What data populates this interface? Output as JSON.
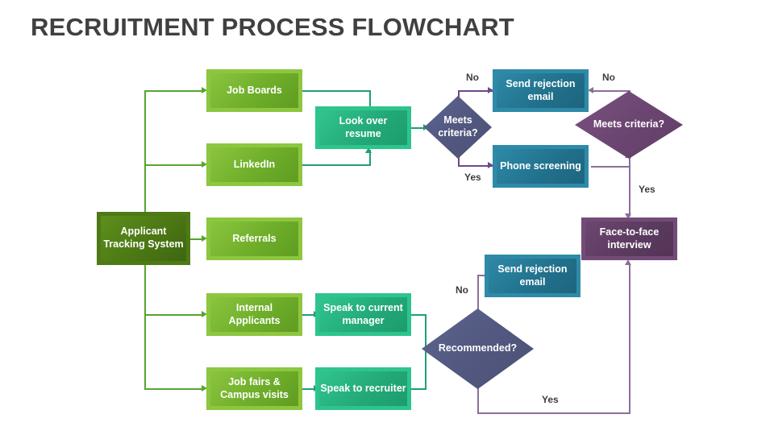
{
  "page": {
    "title": "RECRUITMENT PROCESS FLOWCHART",
    "background": "#ffffff"
  },
  "palette": {
    "title_color": "#404040",
    "green": "#8dc63f",
    "dark_green": "#4e7a16",
    "teal": "#2ec48d",
    "blue": "#2e8aa8",
    "purple": "#734b77",
    "diamond_slate": "#555a86",
    "diamond_plum": "#6d4570",
    "connector_green": "#55a630",
    "connector_teal": "#1f9e78",
    "connector_purple": "#6b4a8c",
    "connector_plum": "#8d6e9a"
  },
  "nodes": {
    "applicant_tracking_system": "Applicant Tracking System",
    "job_boards": "Job Boards",
    "linkedin": "LinkedIn",
    "referrals": "Referrals",
    "internal_applicants": "Internal Applicants",
    "job_fairs": "Job fairs & Campus visits",
    "look_over_resume": "Look over resume",
    "speak_to_current_manager": "Speak to current manager",
    "speak_to_recruiter": "Speak to recruiter",
    "meets_criteria_1": "Meets criteria?",
    "meets_criteria_2": "Meets criteria?",
    "recommended": "Recommended?",
    "send_rejection_email_1": "Send rejection email",
    "send_rejection_email_2": "Send rejection email",
    "phone_screening": "Phone screening",
    "face_to_face_interview": "Face-to-face interview"
  },
  "edge_labels": {
    "criteria1_no": "No",
    "criteria1_yes": "Yes",
    "criteria2_no": "No",
    "criteria2_yes": "Yes",
    "recommended_no": "No",
    "recommended_yes": "Yes"
  },
  "chart_data": {
    "type": "diagram",
    "diagram_type": "flowchart",
    "title": "RECRUITMENT PROCESS FLOWCHART",
    "nodes": [
      {
        "id": "ats",
        "label": "Applicant Tracking System",
        "shape": "rect",
        "color": "#4e7a16"
      },
      {
        "id": "job_boards",
        "label": "Job Boards",
        "shape": "rect",
        "color": "#8dc63f"
      },
      {
        "id": "linkedin",
        "label": "LinkedIn",
        "shape": "rect",
        "color": "#8dc63f"
      },
      {
        "id": "referrals",
        "label": "Referrals",
        "shape": "rect",
        "color": "#8dc63f"
      },
      {
        "id": "internal",
        "label": "Internal Applicants",
        "shape": "rect",
        "color": "#8dc63f"
      },
      {
        "id": "jobfairs",
        "label": "Job fairs & Campus visits",
        "shape": "rect",
        "color": "#8dc63f"
      },
      {
        "id": "resume",
        "label": "Look over resume",
        "shape": "rect",
        "color": "#2ec48d"
      },
      {
        "id": "manager",
        "label": "Speak to current manager",
        "shape": "rect",
        "color": "#2ec48d"
      },
      {
        "id": "recruiter",
        "label": "Speak to recruiter",
        "shape": "rect",
        "color": "#2ec48d"
      },
      {
        "id": "criteria1",
        "label": "Meets criteria?",
        "shape": "diamond",
        "color": "#555a86"
      },
      {
        "id": "criteria2",
        "label": "Meets criteria?",
        "shape": "diamond",
        "color": "#6d4570"
      },
      {
        "id": "recommended",
        "label": "Recommended?",
        "shape": "diamond",
        "color": "#555a86"
      },
      {
        "id": "reject1",
        "label": "Send rejection email",
        "shape": "rect",
        "color": "#2e8aa8"
      },
      {
        "id": "reject2",
        "label": "Send rejection email",
        "shape": "rect",
        "color": "#2e8aa8"
      },
      {
        "id": "phone",
        "label": "Phone screening",
        "shape": "rect",
        "color": "#2e8aa8"
      },
      {
        "id": "f2f",
        "label": "Face-to-face interview",
        "shape": "rect",
        "color": "#734b77"
      }
    ],
    "edges": [
      {
        "from": "ats",
        "to": "job_boards",
        "label": ""
      },
      {
        "from": "ats",
        "to": "linkedin",
        "label": ""
      },
      {
        "from": "ats",
        "to": "referrals",
        "label": ""
      },
      {
        "from": "ats",
        "to": "internal",
        "label": ""
      },
      {
        "from": "ats",
        "to": "jobfairs",
        "label": ""
      },
      {
        "from": "job_boards",
        "to": "resume",
        "label": ""
      },
      {
        "from": "linkedin",
        "to": "resume",
        "label": ""
      },
      {
        "from": "resume",
        "to": "criteria1",
        "label": ""
      },
      {
        "from": "criteria1",
        "to": "reject1",
        "label": "No"
      },
      {
        "from": "criteria1",
        "to": "phone",
        "label": "Yes"
      },
      {
        "from": "phone",
        "to": "criteria2",
        "label": ""
      },
      {
        "from": "criteria2",
        "to": "reject1",
        "label": "No"
      },
      {
        "from": "criteria2",
        "to": "f2f",
        "label": "Yes"
      },
      {
        "from": "internal",
        "to": "manager",
        "label": ""
      },
      {
        "from": "jobfairs",
        "to": "recruiter",
        "label": ""
      },
      {
        "from": "manager",
        "to": "recommended",
        "label": ""
      },
      {
        "from": "recruiter",
        "to": "recommended",
        "label": ""
      },
      {
        "from": "recommended",
        "to": "reject2",
        "label": "No"
      },
      {
        "from": "recommended",
        "to": "f2f",
        "label": "Yes"
      }
    ]
  }
}
